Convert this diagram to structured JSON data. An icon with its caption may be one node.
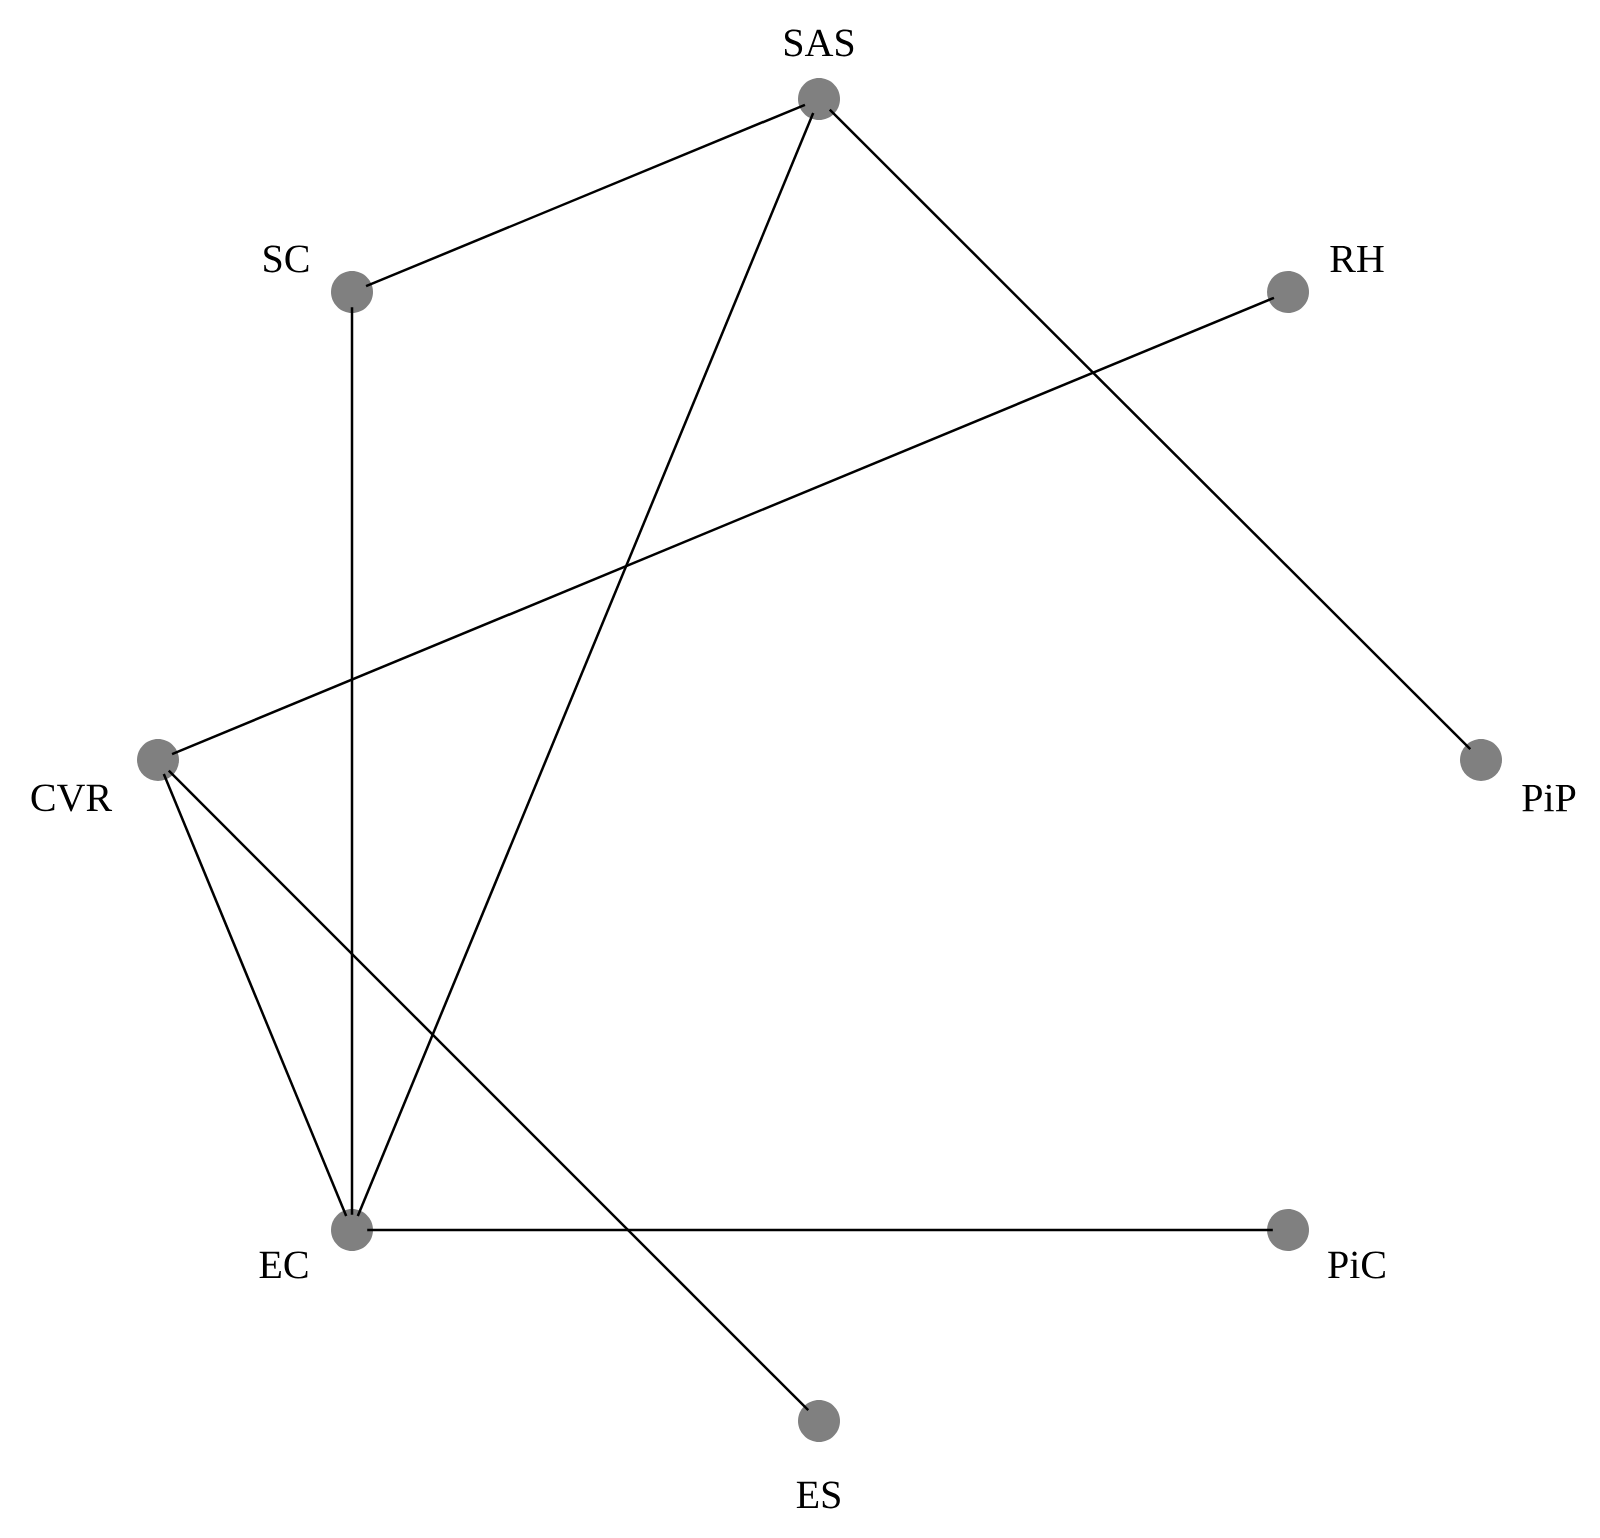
{
  "diagram": {
    "nodes": [
      {
        "text": [],
        "shape": "circle",
        "beside": [
          "SAS"
        ]
      },
      {
        "text": [],
        "shape": "circle",
        "beside": [
          "SC"
        ]
      },
      {
        "text": [],
        "shape": "circle",
        "beside": [
          "RH"
        ]
      },
      {
        "text": [],
        "shape": "circle",
        "beside": [
          "CVR"
        ]
      },
      {
        "text": [],
        "shape": "circle",
        "beside": [
          "PiP"
        ]
      },
      {
        "text": [],
        "shape": "circle",
        "beside": [
          "EC"
        ]
      },
      {
        "text": [],
        "shape": "circle",
        "beside": [
          "PiC"
        ]
      },
      {
        "text": [],
        "shape": "circle",
        "beside": [
          "ES"
        ]
      }
    ],
    "edges": [
      {
        "from": 0,
        "to": 1,
        "arrow": "none"
      },
      {
        "from": 0,
        "to": 5,
        "arrow": "none"
      },
      {
        "from": 0,
        "to": 4,
        "arrow": "none"
      },
      {
        "from": 1,
        "to": 5,
        "arrow": "none"
      },
      {
        "from": 2,
        "to": 3,
        "arrow": "none"
      },
      {
        "from": 3,
        "to": 5,
        "arrow": "none"
      },
      {
        "from": 3,
        "to": 7,
        "arrow": "none"
      },
      {
        "from": 5,
        "to": 6,
        "arrow": "none"
      }
    ]
  }
}
